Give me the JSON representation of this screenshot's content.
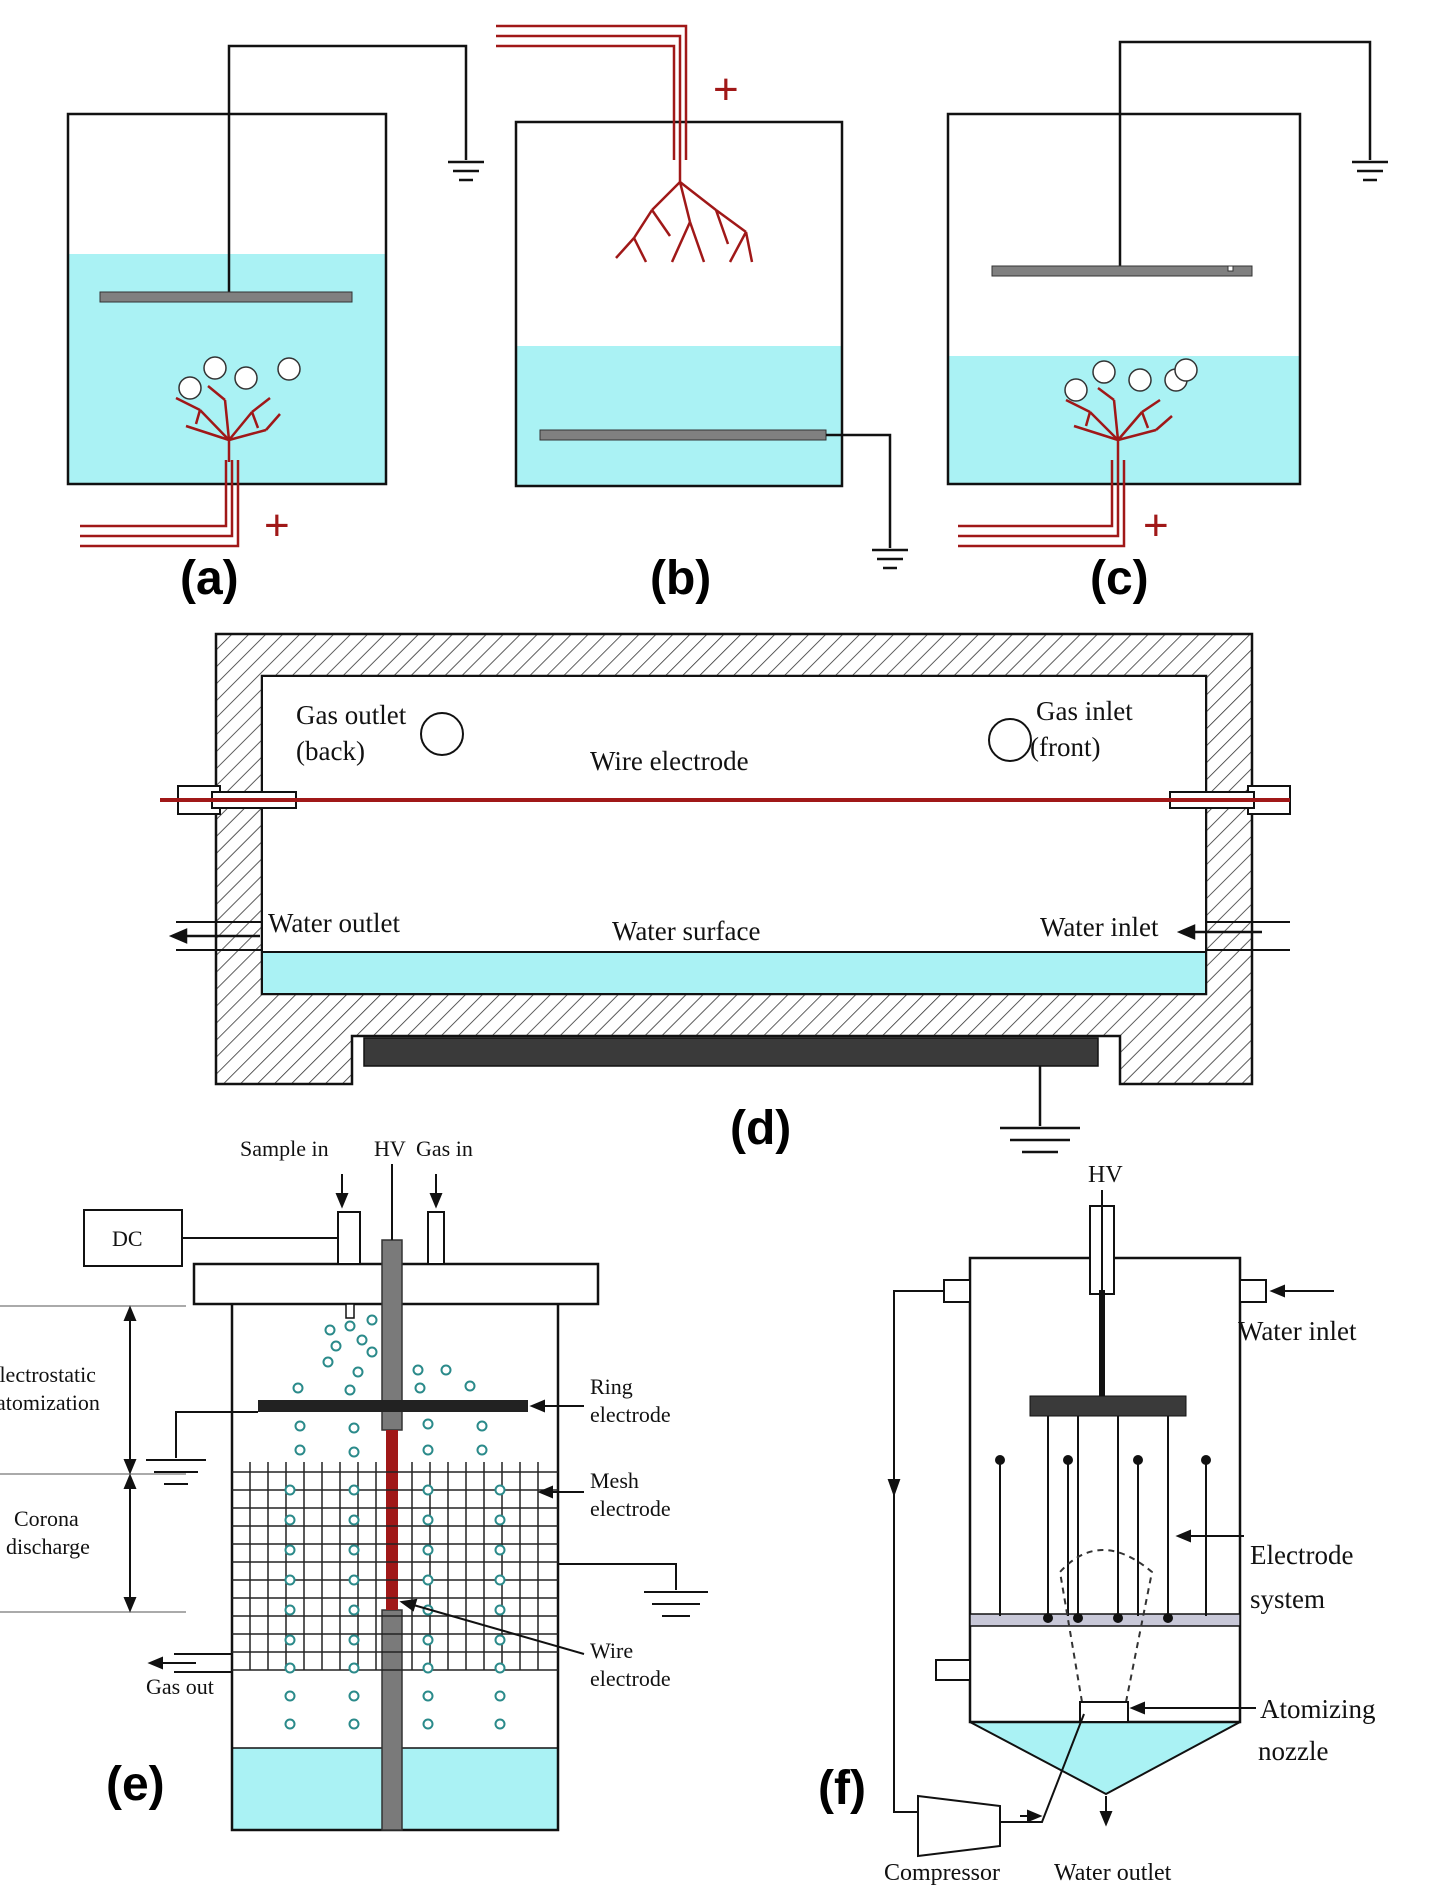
{
  "colors": {
    "water": "#aaf2f4",
    "electrode_red": "#a01818",
    "plate_gray": "#808080",
    "dark_plate": "#3a3a3a",
    "line": "#111111"
  },
  "panels": {
    "a": {
      "label": "(a)",
      "polarity": "+"
    },
    "b": {
      "label": "(b)",
      "polarity": "+"
    },
    "c": {
      "label": "(c)",
      "polarity": "+"
    },
    "d": {
      "label": "(d)",
      "gas_outlet": "Gas  outlet",
      "gas_outlet_sub": "(back)",
      "gas_inlet": "Gas  inlet",
      "gas_inlet_sub": "(front)",
      "wire_electrode": "Wire electrode",
      "water_outlet": "Water outlet",
      "water_surface": "Water surface",
      "water_inlet": "Water inlet"
    },
    "e": {
      "label": "(e)",
      "sample_in": "Sample in",
      "hv": "HV",
      "gas_in": "Gas in",
      "dc": "DC",
      "electrostatic_1": "Electrostatic",
      "electrostatic_2": "atomization",
      "corona_1": "Corona",
      "corona_2": "discharge",
      "ring_1": "Ring",
      "ring_2": "electrode",
      "mesh_1": "Mesh",
      "mesh_2": "electrode",
      "wire_1": "Wire",
      "wire_2": "electrode",
      "gas_out": "Gas out"
    },
    "f": {
      "label": "(f)",
      "hv": "HV",
      "water_inlet": "Water inlet",
      "electrode_1": "Electrode",
      "electrode_2": "system",
      "nozzle_1": "Atomizing",
      "nozzle_2": "nozzle",
      "compressor": "Compressor",
      "water_outlet": "Water outlet"
    }
  }
}
